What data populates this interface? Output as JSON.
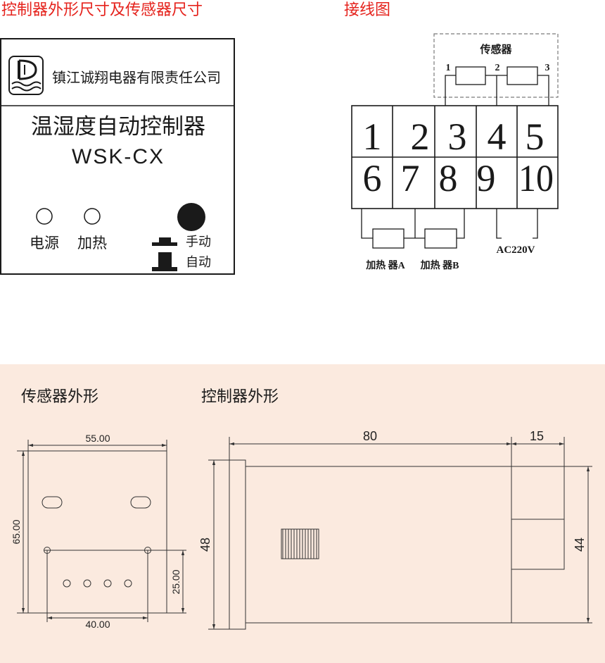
{
  "headings": {
    "dimensions_title": "控制器外形尺寸及传感器尺寸",
    "wiring_title": "接线图"
  },
  "panel": {
    "company": "镇江诚翔电器有限责任公司",
    "product_name": "温湿度自动控制器",
    "model": "WSK-CX",
    "indicators": [
      {
        "label": "电源"
      },
      {
        "label": "加热"
      }
    ],
    "buttons": [
      {
        "label": "手动"
      },
      {
        "label": "自动"
      }
    ],
    "logo_icon": "company-logo-icon"
  },
  "wiring": {
    "sensor_label": "传感器",
    "sensor_pins": [
      "1",
      "2",
      "3"
    ],
    "terminals_top": [
      "1",
      "2",
      "3",
      "4",
      "5"
    ],
    "terminals_bottom": [
      "6",
      "7",
      "8",
      "9",
      "10"
    ],
    "heater_a": "加热 器A",
    "heater_b": "加热 器B",
    "power": "AC220V"
  },
  "outline": {
    "sensor_title": "传感器外形",
    "controller_title": "控制器外形",
    "sensor_dims": {
      "width": "55.00",
      "height": "65.00",
      "tab_height": "25.00",
      "tab_width": "40.00"
    },
    "controller_dims": {
      "length": "80",
      "rear": "15",
      "front_height": "48",
      "body_height": "44"
    }
  },
  "colors": {
    "title_red": "#e5231d",
    "outline_background": "#fbeadf",
    "ink": "#1a1a1a"
  }
}
